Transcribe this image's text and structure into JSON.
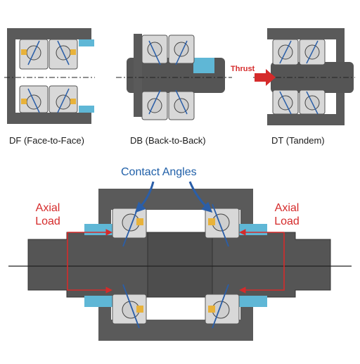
{
  "figure": {
    "captions": {
      "df": "DF (Face-to-Face)",
      "db": "DB (Back-to-Back)",
      "dt": "DT (Tandem)"
    },
    "labels": {
      "contact_angles": "Contact Angles",
      "axial_load_left_1": "Axial",
      "axial_load_left_2": "Load",
      "axial_load_right_1": "Axial",
      "axial_load_right_2": "Load",
      "thrust": "Thrust"
    },
    "colors": {
      "housing": "#5a5a5a",
      "shaft": "#555555",
      "ring": "#d8d8d8",
      "ball": "#cfcfcf",
      "spacer": "#5fb7d6",
      "contact_line": "#2a5ea8",
      "load_arrow": "#d52b2b",
      "cage": "#e8b23a"
    }
  }
}
